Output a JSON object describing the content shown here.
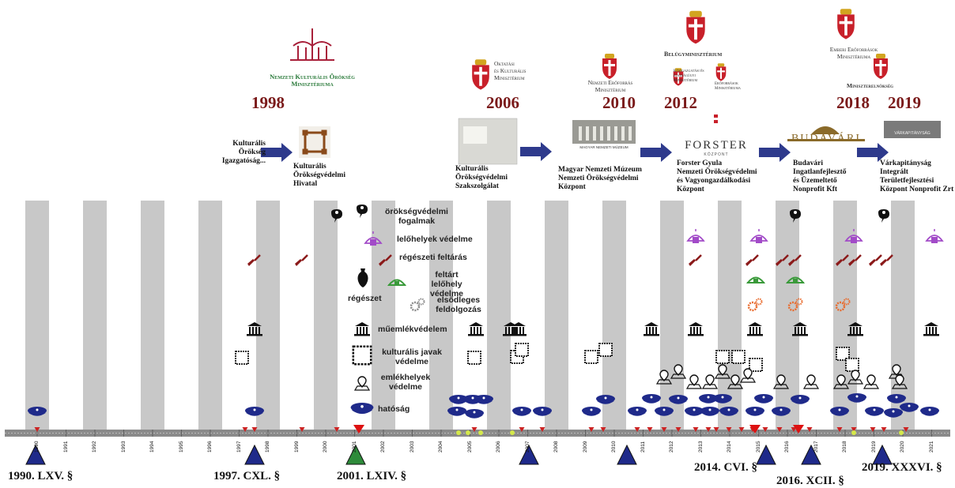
{
  "ministries": {
    "nkom": "Nemzeti Kulturális Örökség Minisztériuma",
    "okm_1": "Oktatási",
    "okm_2": "és Kulturális",
    "okm_3": "Minisztérium",
    "nefmi_1": "Nemzeti Erőforrás",
    "nefmi_2": "Minisztérium",
    "bm": "Belügyminisztérium",
    "kim_1": "Közigazgatási és",
    "kim_2": "Igazságügyi",
    "kim_3": "Minisztérium",
    "nfm_1": "Erőforrások",
    "nfm_2": "Minisztériuma",
    "emmi_1": "Emberi Erőforrások",
    "emmi_2": "Minisztériuma",
    "me": "Miniszterelnökség"
  },
  "years": {
    "y1998": "1998",
    "y2006": "2006",
    "y2010": "2010",
    "y2012": "2012",
    "y2018": "2018",
    "y2019": "2019"
  },
  "institutions": {
    "kog_1": "Kulturális",
    "kog_2": "Örökség",
    "kog_3": "Igazgatóság...",
    "koh_1": "Kulturális",
    "koh_2": "Örökségvédelmi",
    "koh_3": "Hivatal",
    "kosz_1": "Kulturális",
    "kosz_2": "Örökségvédelmi",
    "kosz_3": "Szakszolgálat",
    "mnm_1": "Magyar Nemzeti Múzeum",
    "mnm_2": "Nemzeti Örökségvédelmi",
    "mnm_3": "Központ",
    "forster_1": "Forster Gyula",
    "forster_2": "Nemzeti Örökségvédelmi",
    "forster_3": "és Vagyongazdálkodási",
    "forster_4": "Központ",
    "budavari_1": "Budavári",
    "budavari_2": "Ingatlanfejlesztő",
    "budavari_3": "és Üzemeltető",
    "budavari_4": "Nonprofit Kft",
    "varkapitanysag_1": "Várkapitányság",
    "varkapitanysag_2": "Integrált",
    "varkapitanysag_3": "Területfejlesztési",
    "varkapitanysag_4": "Központ Nonprofit Zrt",
    "forster_logo": "FORSTER",
    "forster_logo_sub": "KÖZPONT",
    "budavari_logo": "BUDAVÁRI",
    "mnm_logo": "MAGYAR NEMZETI MÚZEUM",
    "vk_logo": "VÁRKAPITÁNYSÁG"
  },
  "legend": {
    "fogalmak_1": "örökségvédelmi",
    "fogalmak_2": "fogalmak",
    "lelohelyek": "lelőhelyek védelme",
    "feltaras": "régészeti feltárás",
    "feltart_1": "feltárt lelőhely",
    "feltart_2": "védelme",
    "regeszet": "régészet",
    "feldolgozas_1": "elsődleges",
    "feldolgozas_2": "feldolgozás",
    "muemlek": "műemlékvédelem",
    "javak_1": "kulturális javak",
    "javak_2": "védelme",
    "emlekhelyek_1": "emlékhelyek",
    "emlekhelyek_2": "védelme",
    "hatosag": "hatóság"
  },
  "axis_years": [
    "1990",
    "1991",
    "1992",
    "1993",
    "1994",
    "1995",
    "1996",
    "1997",
    "1998",
    "1999",
    "2000",
    "2001",
    "2002",
    "2003",
    "2004",
    "2005",
    "2006",
    "2007",
    "2008",
    "2009",
    "2010",
    "2011",
    "2012",
    "2013",
    "2014",
    "2015",
    "2016",
    "2017",
    "2018",
    "2019",
    "2020",
    "2021"
  ],
  "laws": {
    "l1990": "1990. LXV. §",
    "l1997": "1997. CXL. §",
    "l2001": "2001. LXIV. §",
    "l2014": "2014. CVI. §",
    "l2016": "2016. XCII. §",
    "l2019": "2019. XXXVI. §"
  },
  "colors": {
    "ministry_year": "#7a1a1a",
    "arrow": "#2e3a8c",
    "stripe": "#c8c8c8",
    "police": "#1f2a8a",
    "trowel": "#8b1a1a",
    "umbrella": "#a24bc8",
    "dome": "#3a9a3a",
    "gears": "#e86a2c",
    "law_triangle": "#1f2a8a",
    "law_triangle_2001": "#2e8b3a"
  },
  "icons": [
    "info-bubble-icon",
    "umbrella-icon",
    "trowel-icon",
    "amphora-icon",
    "dome-icon",
    "gears-icon",
    "museum-icon",
    "stamp-icon",
    "pin-icon",
    "police-cap-icon"
  ]
}
